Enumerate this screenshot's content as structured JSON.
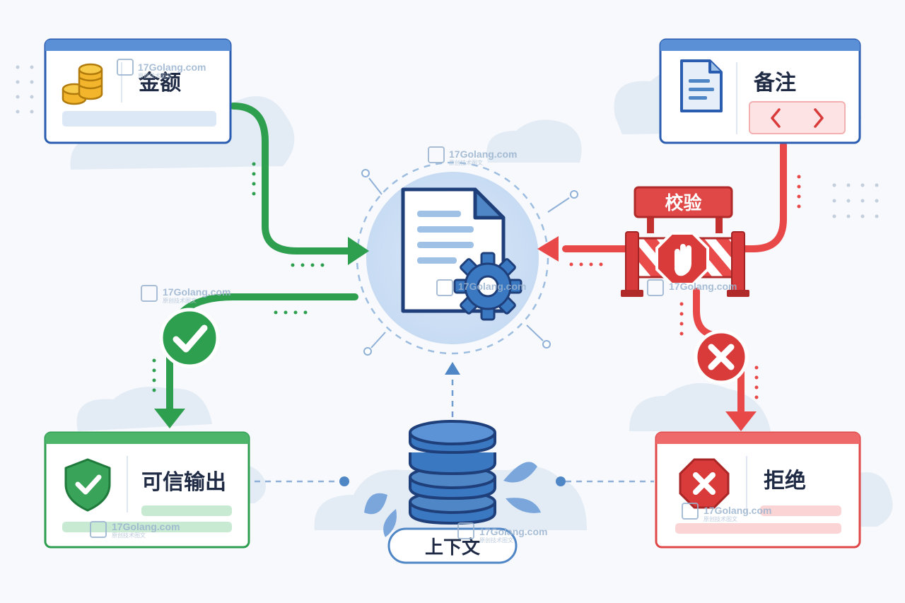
{
  "nodes": {
    "amount": {
      "label": "金额"
    },
    "remark": {
      "label": "备注"
    },
    "validation": {
      "label": "校验"
    },
    "trusted_output": {
      "label": "可信输出"
    },
    "reject": {
      "label": "拒绝"
    },
    "context": {
      "label": "上下文"
    }
  },
  "watermark": {
    "text": "17Golang.com",
    "subtext": "原创技术图文"
  },
  "colors": {
    "flow_ok": "#2e9e4f",
    "flow_reject": "#e84848",
    "core": "#2f6fbd",
    "card_blue": "#2a5db0",
    "card_green": "#2e9e4f",
    "card_red": "#e04848"
  },
  "icons": {
    "amount": "coins-icon",
    "remark": "document-icon",
    "core": "document-gear-icon",
    "validation": "barrier-stop-hand-icon",
    "trusted_output": "shield-check-icon",
    "reject": "stop-x-icon",
    "context": "database-icon"
  }
}
